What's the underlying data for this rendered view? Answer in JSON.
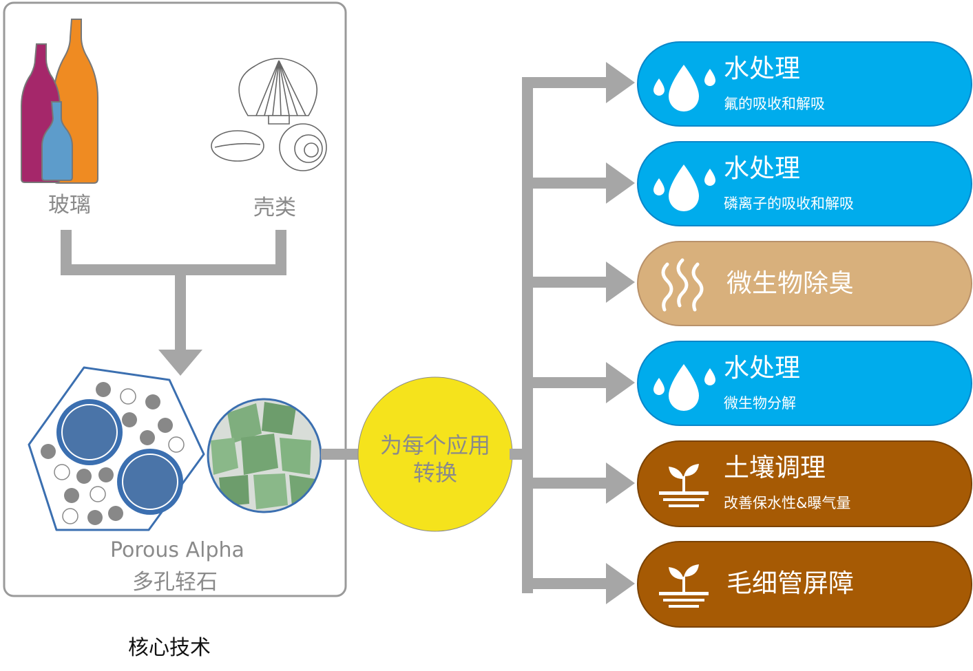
{
  "sources": {
    "glass_label": "玻璃",
    "shell_label": "壳类"
  },
  "product": {
    "name_en": "Porous Alpha",
    "name_cn": "多孔轻石"
  },
  "core_label": "核心技术",
  "converter": {
    "line1": "为每个应用",
    "line2": "转换"
  },
  "applications": [
    {
      "title": "水处理",
      "subtitle": "氟的吸收和解吸",
      "icon": "water-drops-icon",
      "color": "#00acec"
    },
    {
      "title": "水处理",
      "subtitle": "磷离子的吸收和解吸",
      "icon": "water-drops-icon",
      "color": "#00acec"
    },
    {
      "title": "微生物除臭",
      "subtitle": "",
      "icon": "odor-waves-icon",
      "color": "#d8b07c"
    },
    {
      "title": "水处理",
      "subtitle": "微生物分解",
      "icon": "water-drops-icon",
      "color": "#00acec"
    },
    {
      "title": "土壤调理",
      "subtitle": "改善保水性&曝气量",
      "icon": "sprout-soil-icon",
      "color": "#a65a04"
    },
    {
      "title": "毛细管屏障",
      "subtitle": "",
      "icon": "sprout-soil-icon",
      "color": "#a65a04"
    }
  ],
  "colors": {
    "arrow_gray": "#a6a6a6",
    "converter_yellow": "#f5e31c",
    "hex_blue": "#3b6fb0",
    "stone_green": "#7fae7e"
  }
}
